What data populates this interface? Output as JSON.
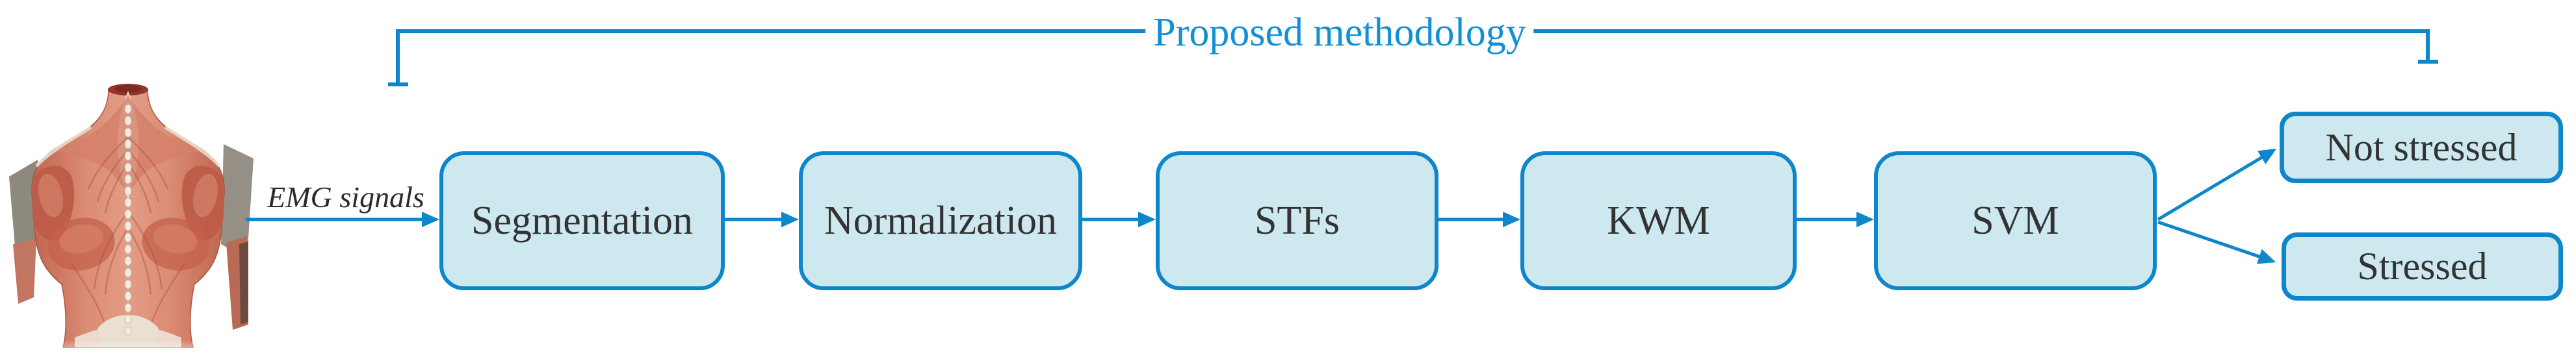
{
  "figure": {
    "title": "Proposed methodology",
    "input_label": "EMG signals",
    "anatomy_image": "human-back-muscles",
    "steps": [
      {
        "label": "Segmentation"
      },
      {
        "label": "Normalization"
      },
      {
        "label": "STFs"
      },
      {
        "label": "KWM"
      },
      {
        "label": "SVM"
      }
    ],
    "outcomes": [
      {
        "label": "Not stressed"
      },
      {
        "label": "Stressed"
      }
    ],
    "colors": {
      "accent_blue": "#0d86cb",
      "box_fill": "#cde9ef",
      "box_border": "#0d86cb",
      "title_blue": "#1190d6",
      "label_text": "#333333"
    }
  }
}
